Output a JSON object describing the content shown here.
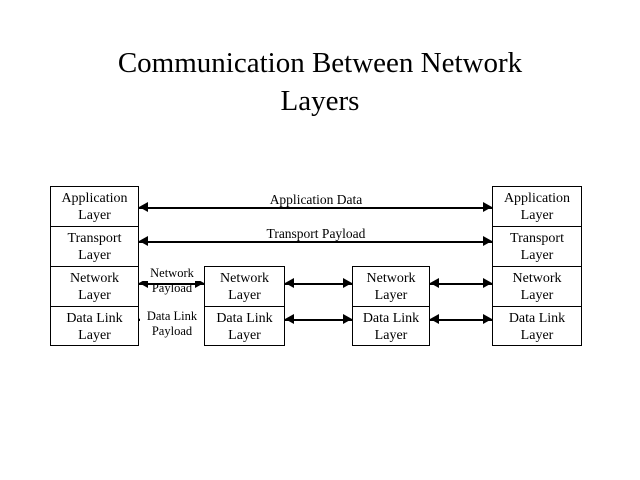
{
  "title": "Communication Between Network\nLayers",
  "layer_names": {
    "application": {
      "line1": "Application",
      "line2": "Layer"
    },
    "transport": {
      "line1": "Transport",
      "line2": "Layer"
    },
    "network": {
      "line1": "Network",
      "line2": "Layer"
    },
    "datalink": {
      "line1": "Data Link",
      "line2": "Layer"
    }
  },
  "stacks": [
    {
      "id": "left",
      "role": "end-host-left",
      "layers": [
        {
          "line1": "Application",
          "line2": "Layer"
        },
        {
          "line1": "Transport",
          "line2": "Layer"
        },
        {
          "line1": "Network",
          "line2": "Layer"
        },
        {
          "line1": "Data Link",
          "line2": "Layer"
        }
      ]
    },
    {
      "id": "mid-1",
      "role": "router-1",
      "layers": [
        {
          "line1": "Network",
          "line2": "Layer"
        },
        {
          "line1": "Data Link",
          "line2": "Layer"
        }
      ]
    },
    {
      "id": "mid-2",
      "role": "router-2",
      "layers": [
        {
          "line1": "Network",
          "line2": "Layer"
        },
        {
          "line1": "Data Link",
          "line2": "Layer"
        }
      ]
    },
    {
      "id": "right",
      "role": "end-host-right",
      "layers": [
        {
          "line1": "Application",
          "line2": "Layer"
        },
        {
          "line1": "Transport",
          "line2": "Layer"
        },
        {
          "line1": "Network",
          "line2": "Layer"
        },
        {
          "line1": "Data Link",
          "line2": "Layer"
        }
      ]
    }
  ],
  "arrow_labels": {
    "application_data": "Application Data",
    "transport_payload": "Transport Payload",
    "network_payload": {
      "line1": "Network",
      "line2": "Payload"
    },
    "datalink_payload": {
      "line1": "Data Link",
      "line2": "Payload"
    }
  },
  "colors": {
    "background": "#ffffff",
    "stroke": "#000000",
    "text": "#000000"
  }
}
